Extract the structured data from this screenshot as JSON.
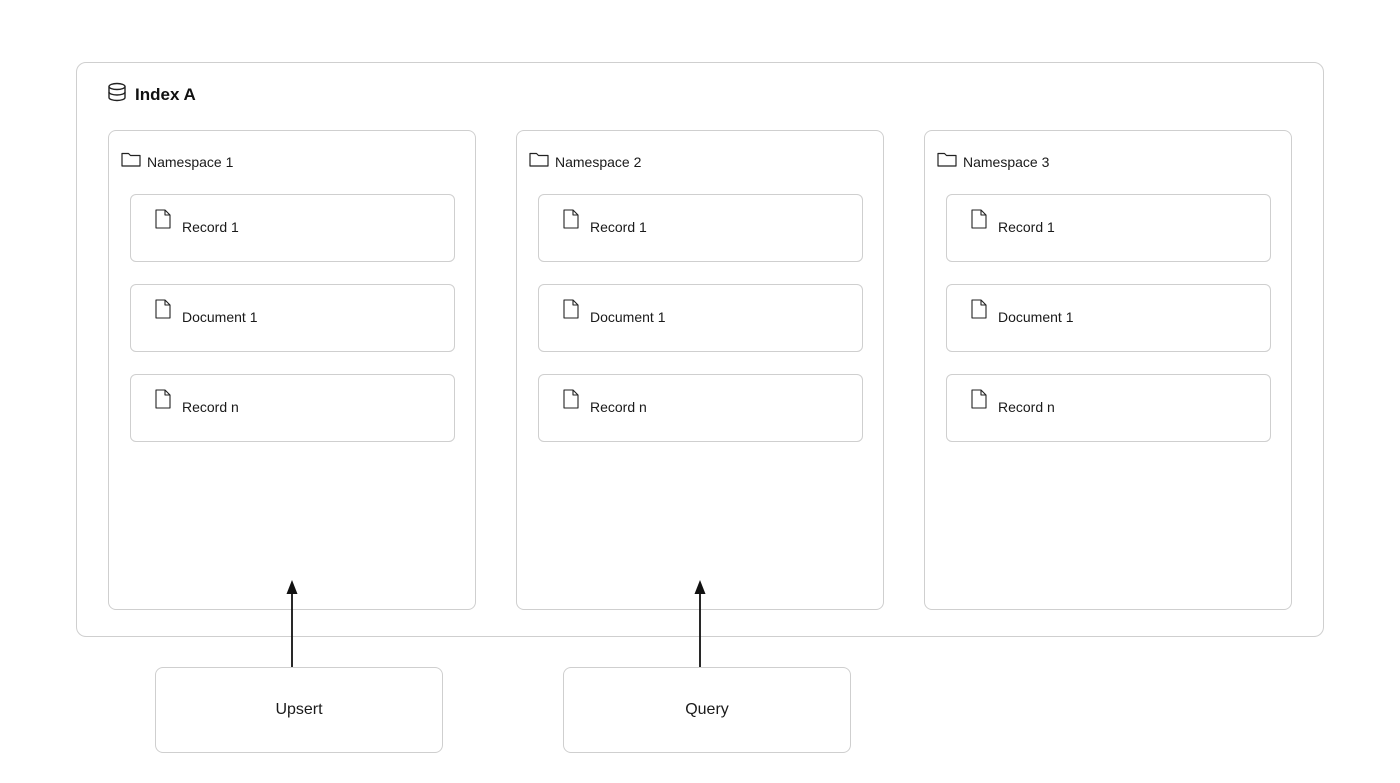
{
  "index": {
    "title": "Index A",
    "icon": "database-icon"
  },
  "namespaces": [
    {
      "label": "Namespace 1",
      "icon": "folder-icon",
      "items": [
        {
          "label": "Record 1",
          "icon": "file-icon"
        },
        {
          "label": "Document 1",
          "icon": "file-icon"
        },
        {
          "label": "Record n",
          "icon": "file-icon"
        }
      ]
    },
    {
      "label": "Namespace 2",
      "icon": "folder-icon",
      "items": [
        {
          "label": "Record 1",
          "icon": "file-icon"
        },
        {
          "label": "Document 1",
          "icon": "file-icon"
        },
        {
          "label": "Record n",
          "icon": "file-icon"
        }
      ]
    },
    {
      "label": "Namespace 3",
      "icon": "folder-icon",
      "items": [
        {
          "label": "Record 1",
          "icon": "file-icon"
        },
        {
          "label": "Document 1",
          "icon": "file-icon"
        },
        {
          "label": "Record n",
          "icon": "file-icon"
        }
      ]
    }
  ],
  "actions": [
    {
      "label": "Upsert",
      "target": "Namespace 1"
    },
    {
      "label": "Query",
      "target": "Namespace 2"
    }
  ],
  "colors": {
    "border": "#cfcfcf",
    "arrow": "#111111",
    "text": "#1a1a1a"
  }
}
